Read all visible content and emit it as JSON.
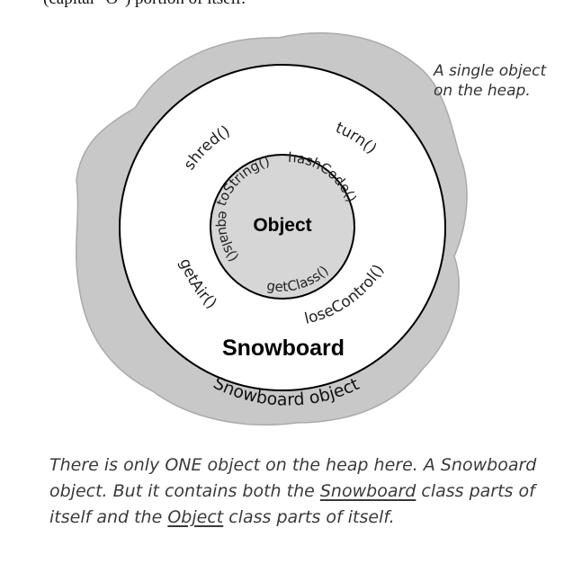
{
  "top_fragment": "(capital \"O\") portion of itself.",
  "heap_note": {
    "line1": "A single object",
    "line2": "on the heap."
  },
  "outer": {
    "title": "Snowboard",
    "caption": "Snowboard object",
    "methods": [
      "shred()",
      "turn()",
      "getAir()",
      "loseControl()"
    ]
  },
  "inner": {
    "title": "Object",
    "methods": [
      "toString()",
      "hashCode()",
      "equals()",
      "getClass()"
    ]
  },
  "caption": {
    "part1": "There is only ONE object on the heap here. A Snowboard object. But it contains both the ",
    "underline1": "Snowboard",
    "part2": " class parts of itself and the ",
    "underline2": "Object",
    "part3": " class parts of itself."
  },
  "colors": {
    "heap_fill": "#c8c8c8",
    "heap_outline": "#aaaaaa",
    "ring": "#000000",
    "inner_fill": "#d6d6d6"
  }
}
